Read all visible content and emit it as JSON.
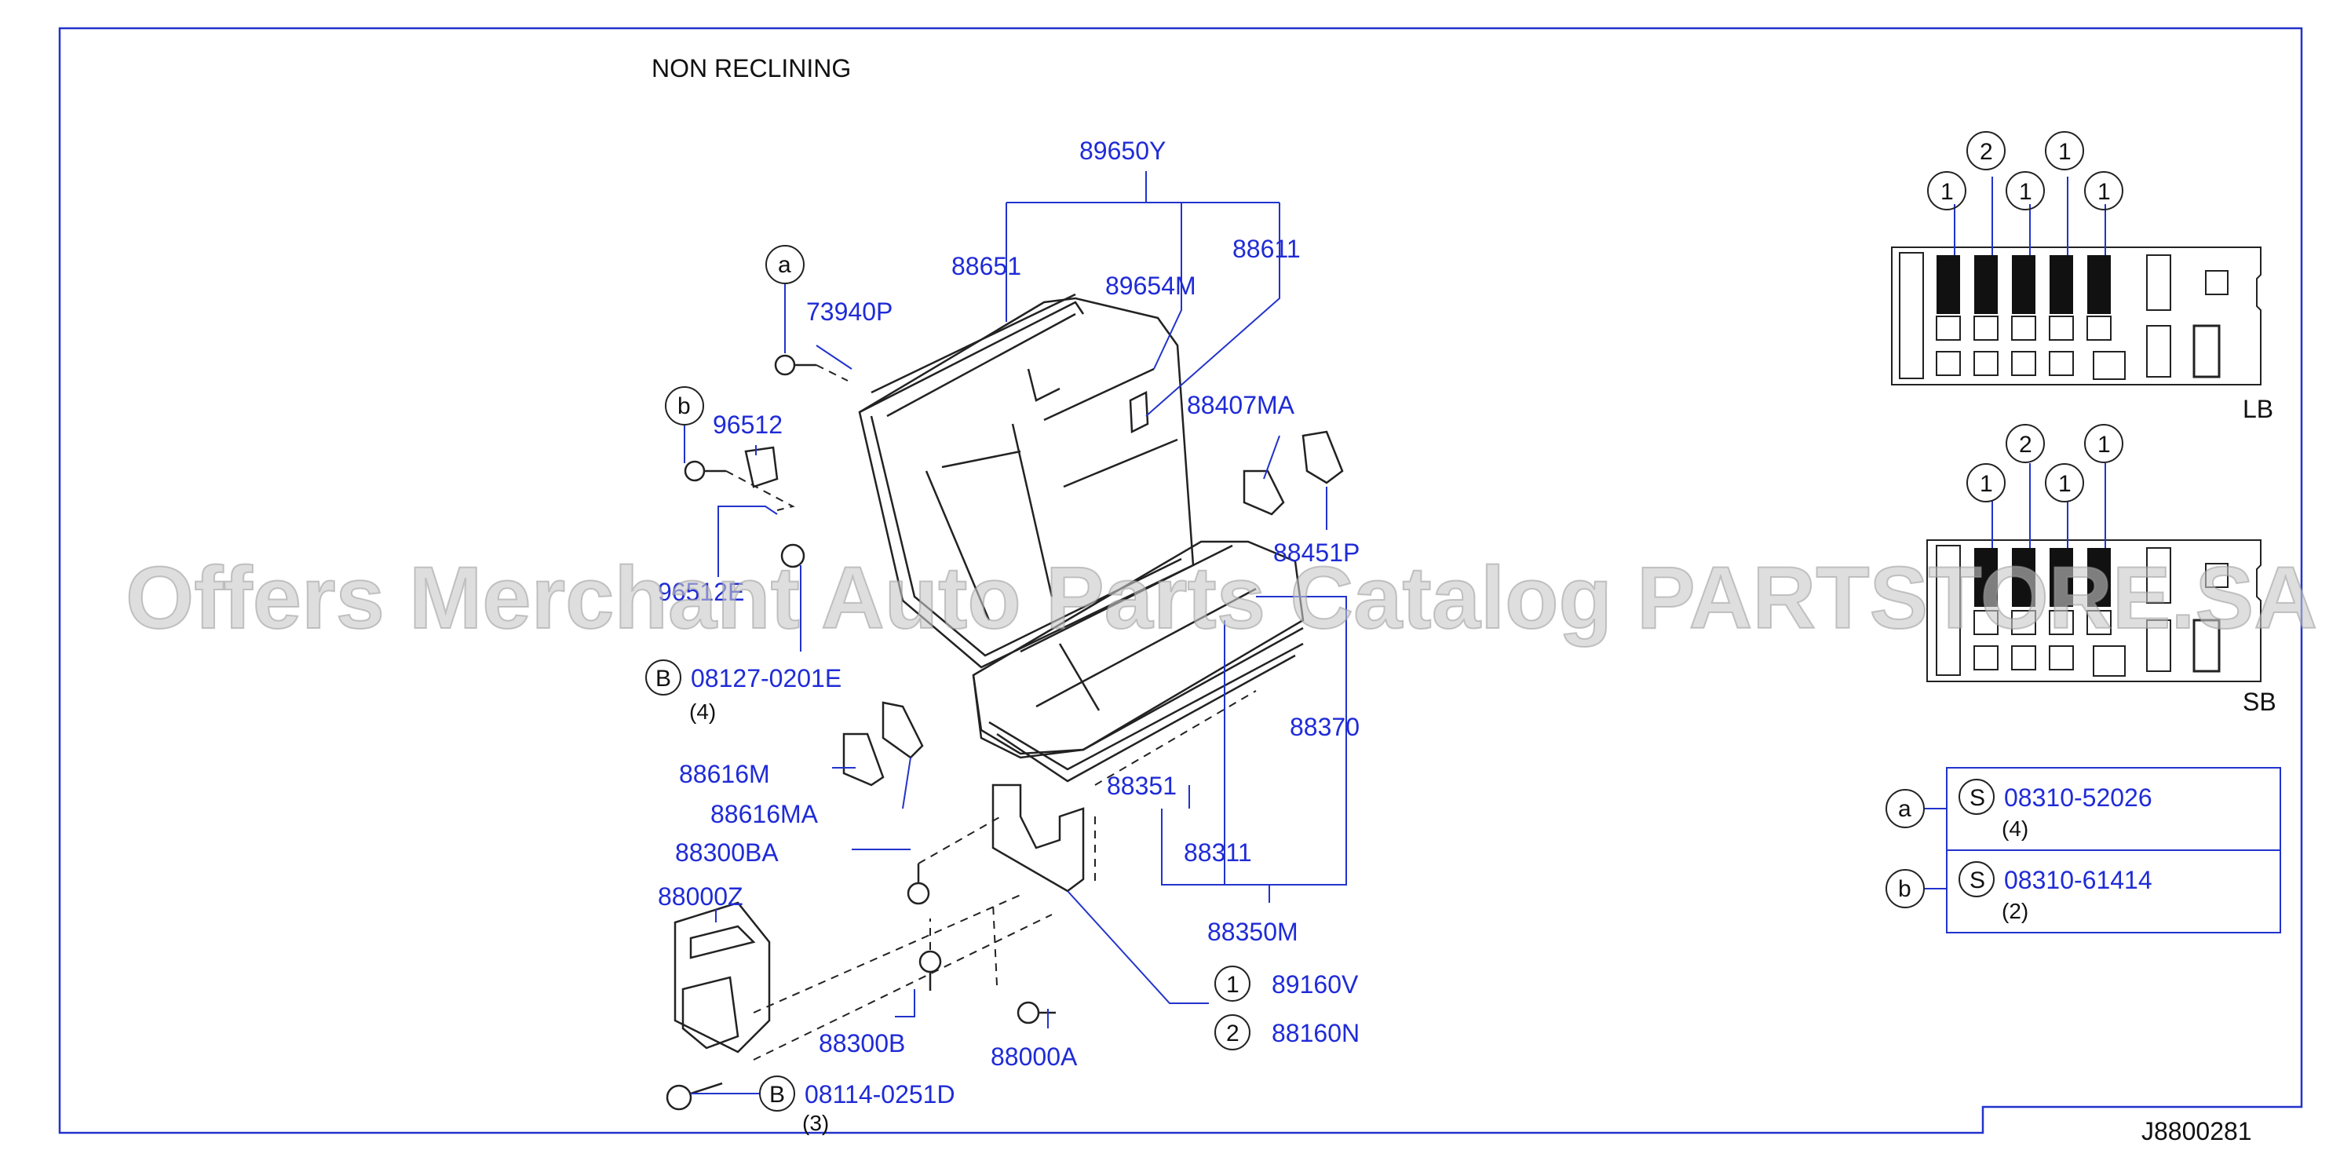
{
  "title": "NON  RECLINING",
  "diagram_code": "J8800281",
  "watermark": "Offers Merchant Auto Parts Catalog PARTSTORE.SA",
  "colors": {
    "label": "#1f2bd6",
    "leader": "#2233cc",
    "frame": "#2233cc",
    "drawing": "#222222"
  },
  "parts": {
    "p89650Y": "89650Y",
    "p88651": "88651",
    "p89654M": "89654M",
    "p88611": "88611",
    "p73940P": "73940P",
    "p96512": "96512",
    "p96512e": "96512E",
    "p88407MA": "88407MA",
    "p88451P": "88451P",
    "p08127": "08127-0201E",
    "p08127_qty": "(4)",
    "p88616M": "88616M",
    "p88616MA": "88616MA",
    "p88300BA": "88300BA",
    "p88000Z": "88000Z",
    "p88351": "88351",
    "p88370": "88370",
    "p88311": "88311",
    "p88350M": "88350M",
    "p89160V": "89160V",
    "p88160N": "88160N",
    "p88300B": "88300B",
    "p88000A": "88000A",
    "p08114": "08114-0251D",
    "p08114_qty": "(3)"
  },
  "callouts": {
    "a": "a",
    "b": "b",
    "B": "B",
    "S": "S",
    "one": "1",
    "two": "2"
  },
  "legend": {
    "a_part": "08310-52026",
    "a_qty": "(4)",
    "b_part": "08310-61414",
    "b_qty": "(2)"
  },
  "layouts": {
    "lb": {
      "label": "LB",
      "keys": [
        "1",
        "2",
        "1",
        "1",
        "1"
      ]
    },
    "sb": {
      "label": "SB",
      "keys": [
        "1",
        "2",
        "1",
        "1"
      ]
    }
  }
}
